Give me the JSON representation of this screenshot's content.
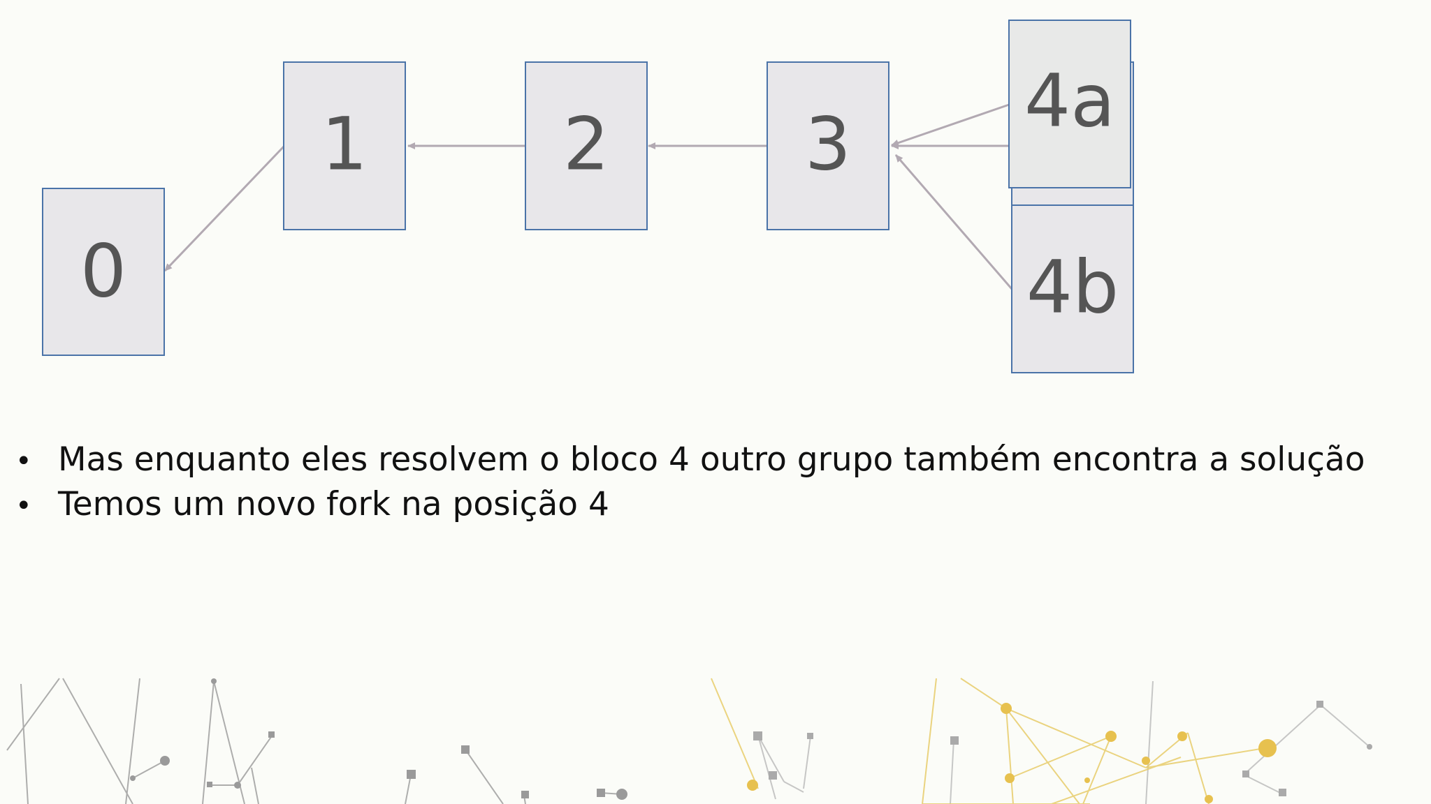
{
  "diagram": {
    "blocks": [
      {
        "id": "b0",
        "label": "0"
      },
      {
        "id": "b1",
        "label": "1"
      },
      {
        "id": "b2",
        "label": "2"
      },
      {
        "id": "b3",
        "label": "3"
      },
      {
        "id": "b4a",
        "label": "4a"
      },
      {
        "id": "b4b",
        "label": "4b"
      }
    ],
    "links": [
      {
        "from": "1",
        "to": "0"
      },
      {
        "from": "2",
        "to": "1"
      },
      {
        "from": "3",
        "to": "2"
      },
      {
        "from": "4a",
        "to": "3"
      },
      {
        "from": "4b",
        "to": "3"
      }
    ],
    "colors": {
      "block_fill": "#e8e7ea",
      "block_border": "#4a73a8",
      "arrow": "#b2a9b2",
      "label": "#555555"
    }
  },
  "bullets": [
    "Mas enquanto eles resolvem o bloco 4 outro grupo também encontra a solução",
    "Temos um novo fork na posição 4"
  ]
}
